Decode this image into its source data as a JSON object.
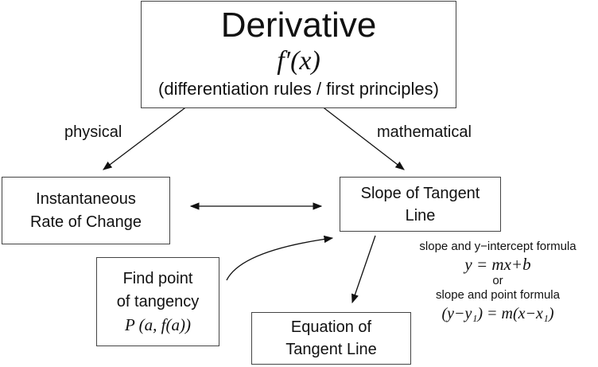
{
  "derivative": {
    "title": "Derivative",
    "notation": "f′(x)",
    "subtitle": "(differentiation rules / first principles)"
  },
  "edges": {
    "physical": "physical",
    "mathematical": "mathematical"
  },
  "instantaneous": {
    "line1": "Instantaneous",
    "line2": "Rate of Change"
  },
  "slope": {
    "line1": "Slope of Tangent",
    "line2": "Line"
  },
  "point": {
    "line1": "Find point",
    "line2": "of tangency",
    "formula": "P (a, f(a))"
  },
  "equation": {
    "line1": "Equation of",
    "line2": "Tangent Line"
  },
  "formulas": {
    "slope_intercept_label": "slope and y−intercept formula",
    "slope_intercept": "y = mx+b",
    "or": "or",
    "point_slope_label": "slope and point formula",
    "point_slope": "(y−y₁) = m(x−x₁)"
  }
}
